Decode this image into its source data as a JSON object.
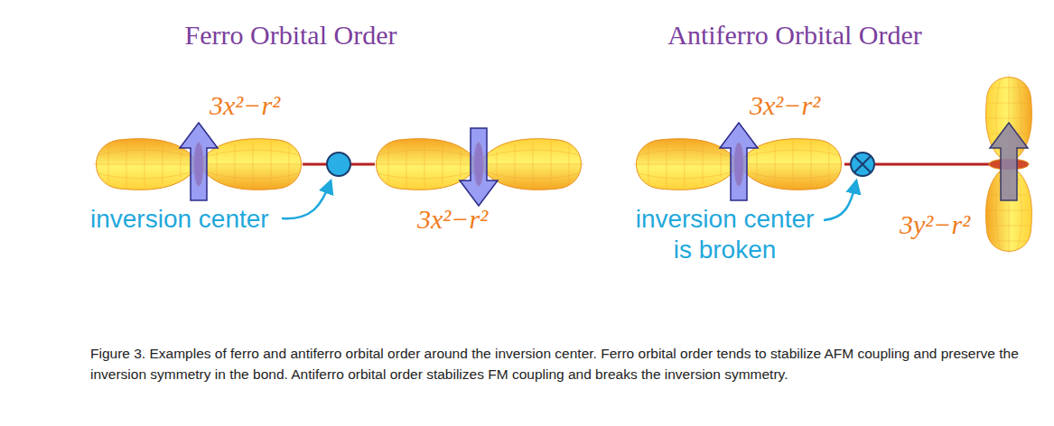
{
  "diagram": {
    "caption": "Figure 3. Examples of ferro and antiferro orbital order around the inversion center. Ferro orbital order tends to stabilize AFM coupling and preserve the inversion symmetry in the bond. Antiferro orbital order stabilizes FM coupling and breaks the inversion symmetry.",
    "labels": [
      "Ferro Orbital Order",
      "Antiferro Orbital Order",
      "3x²−r²",
      "inversion center",
      "3x²−r²",
      "3x²−r²",
      "inversion center is broken",
      "3y²−r²"
    ]
  }
}
